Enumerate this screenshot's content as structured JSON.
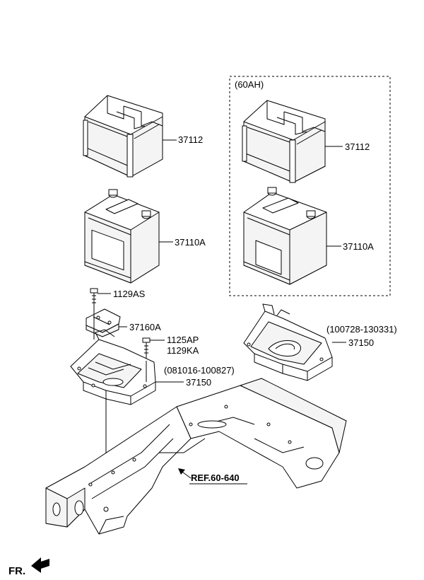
{
  "labels": {
    "cover_left": "37112",
    "battery_left": "37110A",
    "bolt_top": "1129AS",
    "bracket": "37160A",
    "bolt_mid_1": "1125AP",
    "bolt_mid_2": "1129KA",
    "tray_left_range": "(081016-100827)",
    "tray_left": "37150",
    "box_title": "(60AH)",
    "cover_right": "37112",
    "battery_right": "37110A",
    "tray_right_range": "(100728-130331)",
    "tray_right": "37150",
    "ref": "REF.60-640",
    "front": "FR."
  }
}
